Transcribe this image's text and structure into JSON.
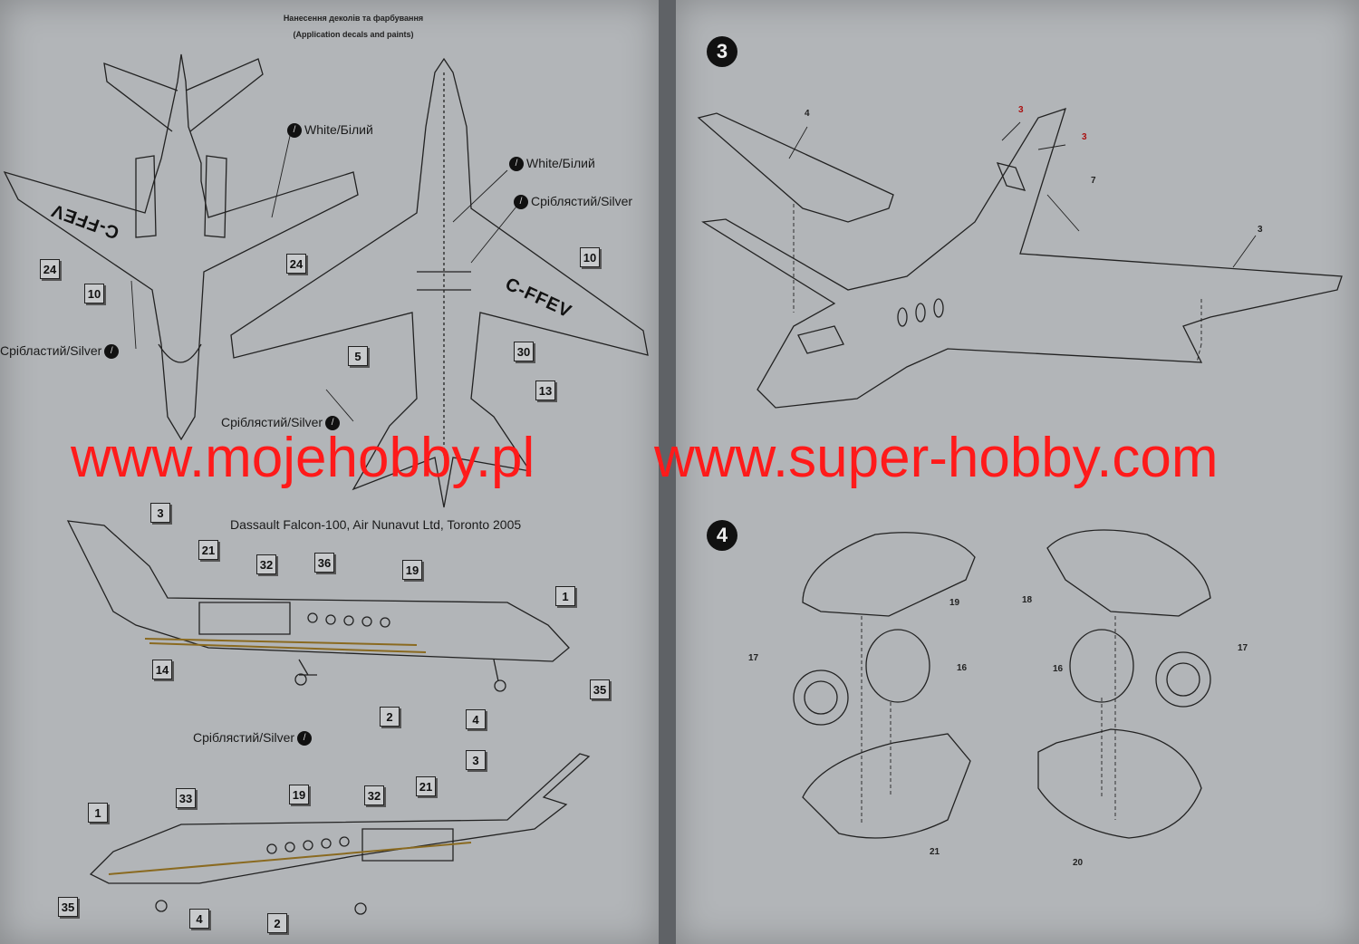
{
  "header": {
    "title_ua": "Нанесення деколів та фарбування",
    "title_en": "(Application decals and paints)"
  },
  "paint_labels": {
    "white_1": "White/Білий",
    "white_2": "White/Білий",
    "silver_1": "Сріблястий/Silver",
    "silver_2": "Срібластий/Silver",
    "silver_3": "Сріблястий/Silver",
    "silver_4": "Сріблястий/Silver"
  },
  "registration": {
    "underside": "C-FFEV",
    "top": "C-FFEV"
  },
  "caption": "Dassault Falcon-100,  Air Nunavut Ltd, Toronto 2005",
  "callouts": {
    "c24a": "24",
    "c10a": "10",
    "c24b": "24",
    "c10b": "10",
    "c5": "5",
    "c30": "30",
    "c13": "13",
    "c3a": "3",
    "c21a": "21",
    "c32a": "32",
    "c36": "36",
    "c19a": "19",
    "c1a": "1",
    "c14": "14",
    "c35a": "35",
    "c2a": "2",
    "c4a": "4",
    "c3b": "3",
    "c21b": "21",
    "c33": "33",
    "c19b": "19",
    "c32b": "32",
    "c1b": "1",
    "c35b": "35",
    "c4b": "4",
    "c2b": "2"
  },
  "steps": {
    "s3": "3",
    "s4": "4"
  },
  "parts": {
    "p4": "4",
    "p3a": "3",
    "p3b": "3",
    "p7": "7",
    "p3c": "3",
    "p19": "19",
    "p18": "18",
    "p17a": "17",
    "p16a": "16",
    "p16b": "16",
    "p17b": "17",
    "p21": "21",
    "p20": "20"
  },
  "watermark": {
    "left": "www.mojehobby.pl",
    "right": "www.super-hobby.com"
  }
}
